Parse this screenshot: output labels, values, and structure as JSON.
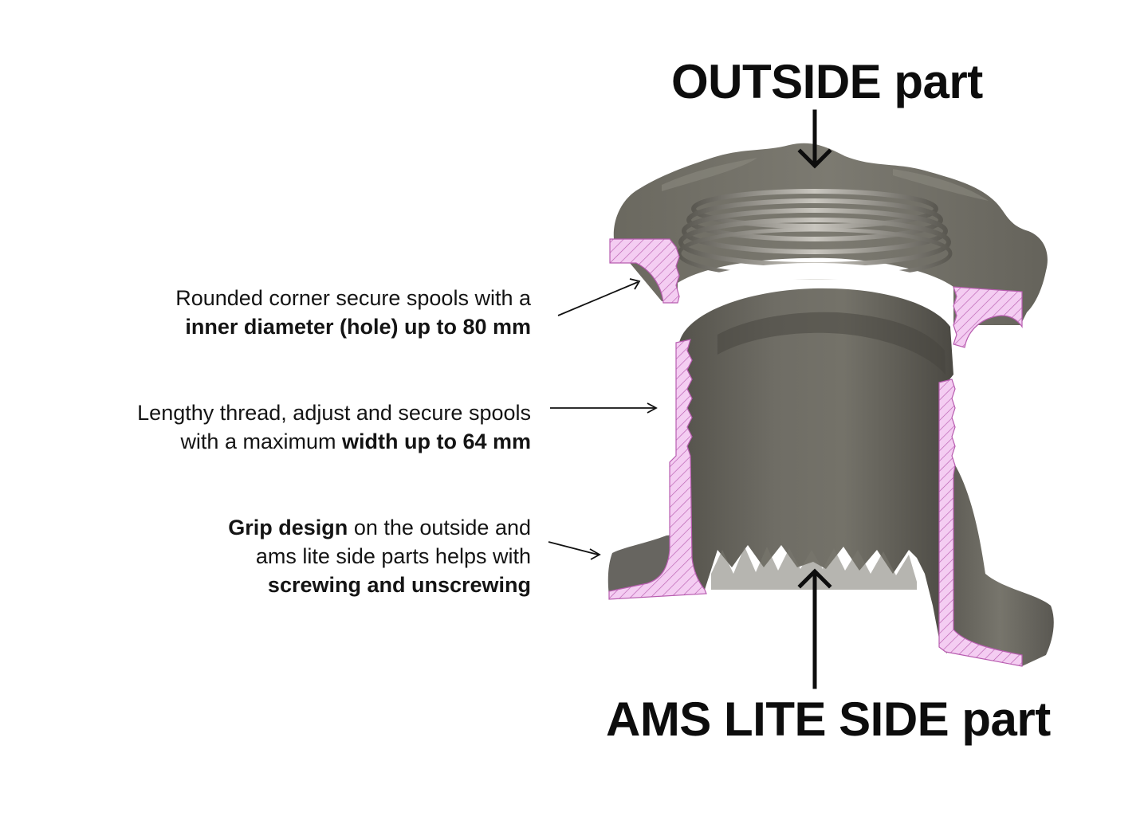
{
  "titles": {
    "outside": "OUTSIDE part",
    "ams_side": "AMS LITE SIDE part"
  },
  "notes": [
    {
      "line1_plain": "Rounded corner secure spools with a",
      "line2_bold": "inner diameter (hole) up to 80 mm"
    },
    {
      "line1_plain": "Lengthy thread, adjust and secure spools",
      "line2_plain": "with a maximum ",
      "line2_bold": "width up to 64 mm"
    },
    {
      "line1_bold": "Grip design",
      "line1_plain": " on the outside and",
      "line2_plain": "ams lite side parts helps with",
      "line3_bold": "screwing and unscrewing"
    }
  ],
  "colors": {
    "part_body": "#6b6961",
    "part_highlight": "#9a978f",
    "part_shadow": "#4a4842",
    "section_fill": "#f4cdf2",
    "section_hatch": "#b85db0",
    "text": "#111111"
  },
  "icons": [
    "arrow-down-icon",
    "arrow-up-icon"
  ]
}
